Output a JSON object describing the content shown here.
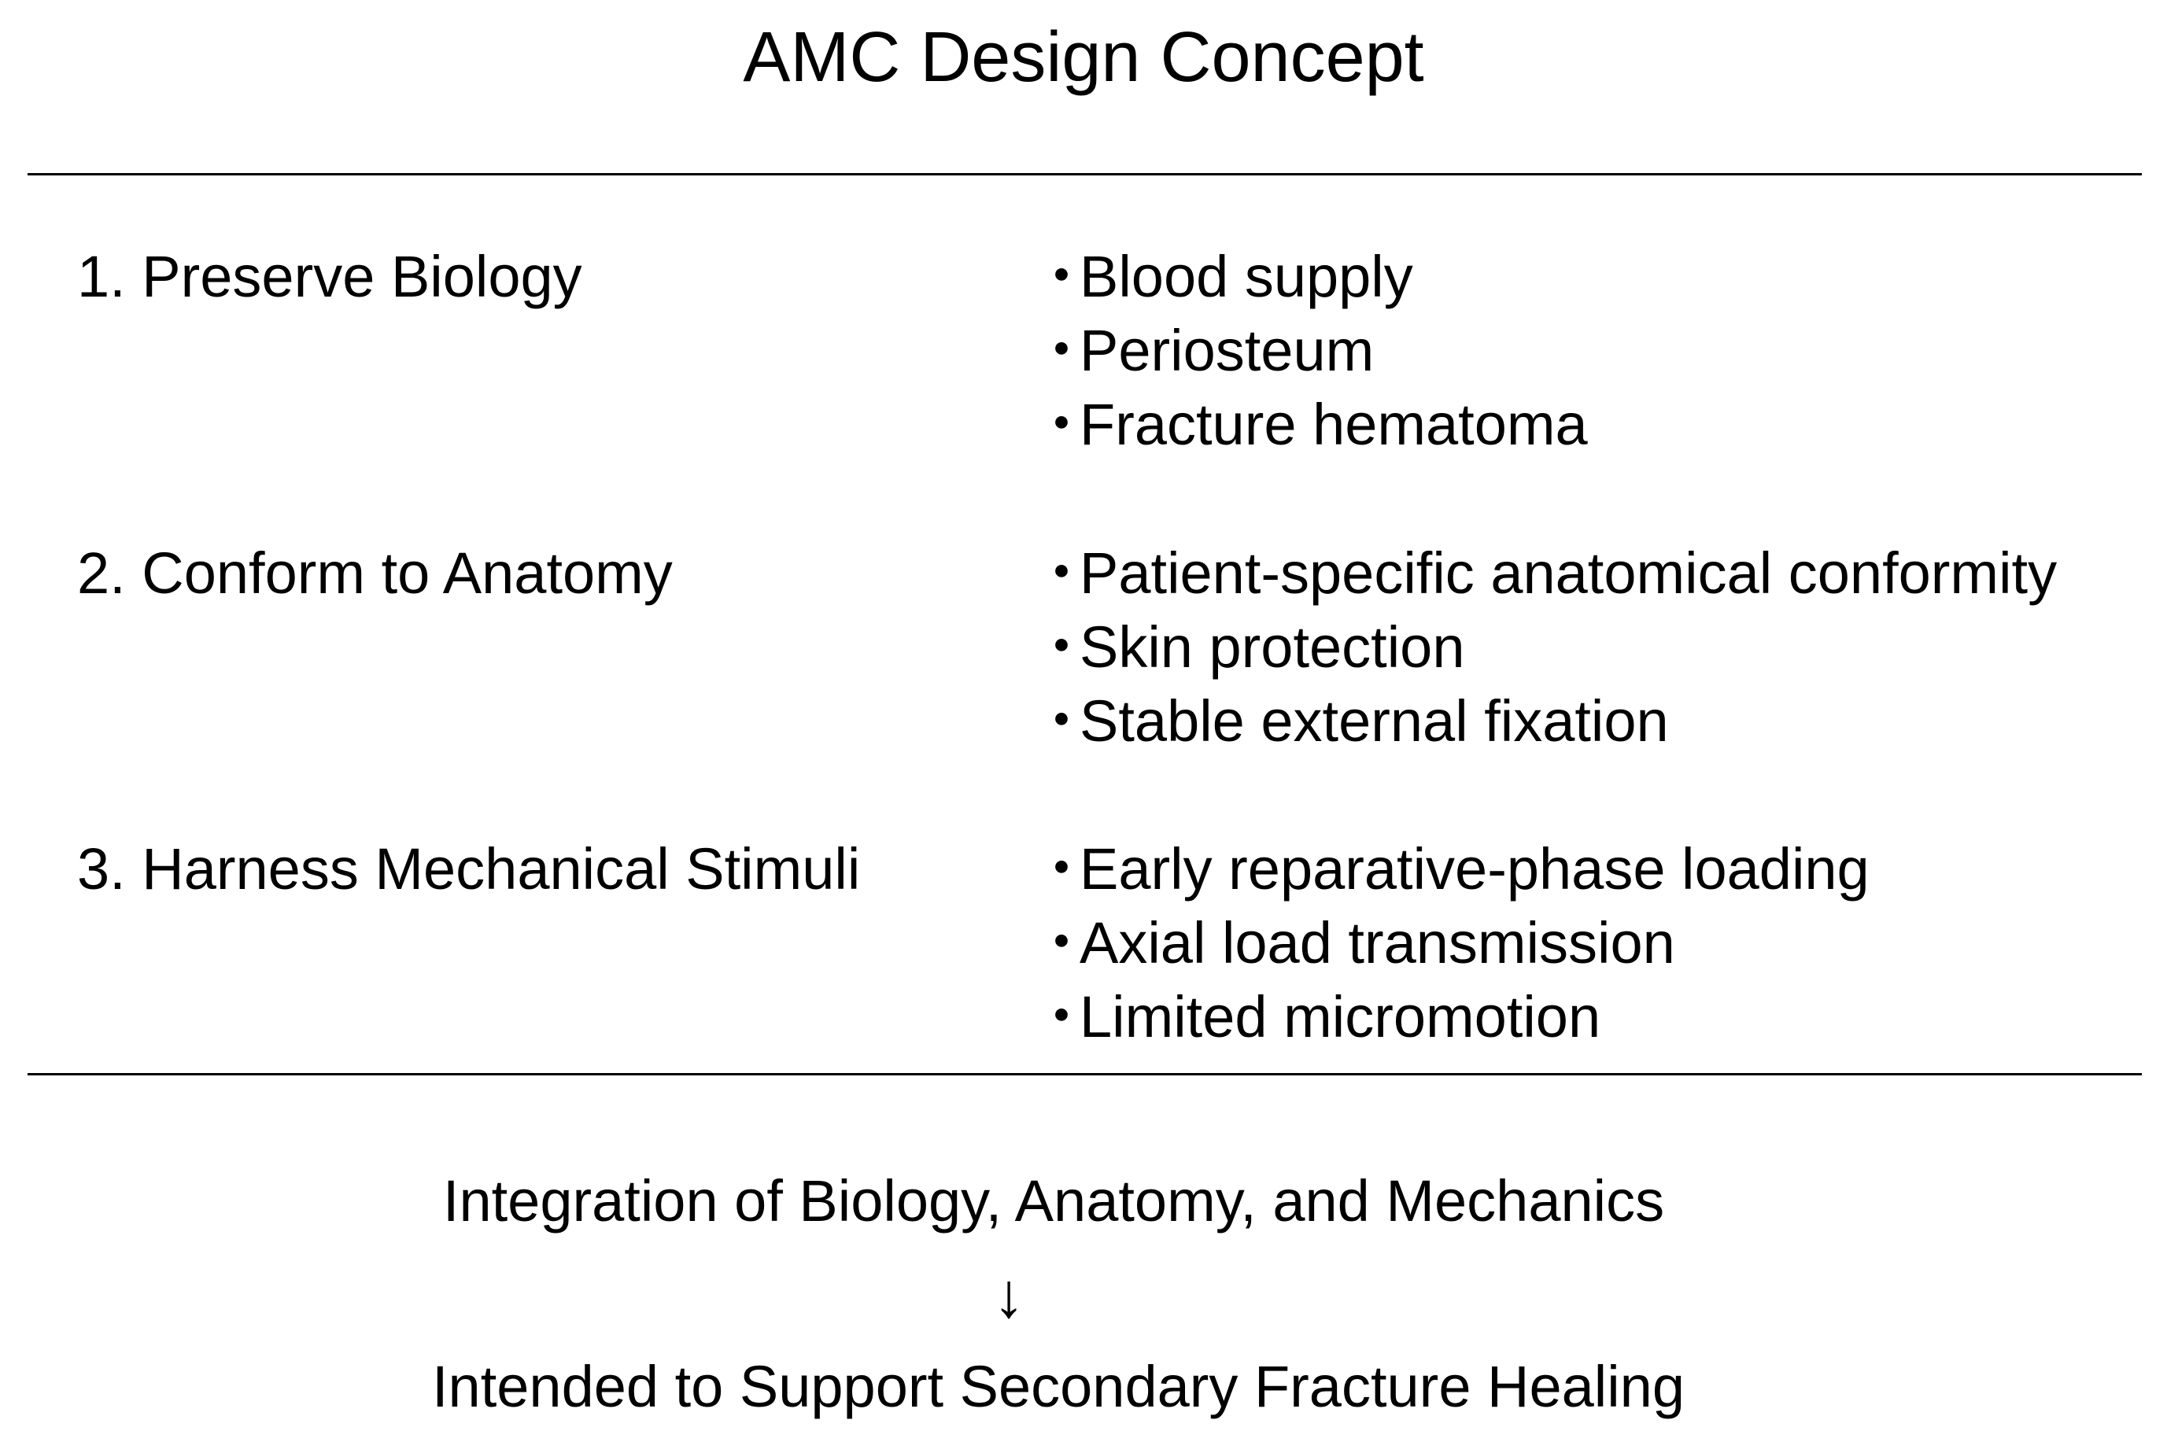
{
  "title": "AMC Design Concept",
  "principles": [
    {
      "label": "1. Preserve Biology",
      "details": [
        "Blood supply",
        "Periosteum",
        "Fracture hematoma"
      ]
    },
    {
      "label": "2. Conform to Anatomy",
      "details": [
        "Patient-specific anatomical conformity",
        "Skin protection",
        "Stable external fixation"
      ]
    },
    {
      "label": "3. Harness Mechanical Stimuli",
      "details": [
        "Early reparative-phase loading",
        "Axial load transmission",
        "Limited micromotion"
      ]
    }
  ],
  "bullet": "・",
  "conclusion": {
    "line1": "Integration of Biology, Anatomy, and Mechanics",
    "arrow": "↓",
    "line2": "Intended to Support Secondary Fracture Healing"
  }
}
